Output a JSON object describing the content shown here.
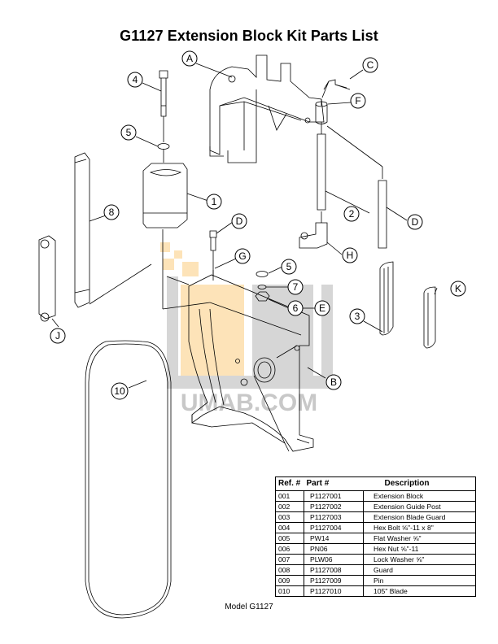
{
  "page": {
    "title": "G1127 Extension Block Kit Parts List",
    "footer": "Model G1127",
    "watermark": "UMAB.COM"
  },
  "callouts": [
    {
      "id": "A",
      "label": "A"
    },
    {
      "id": "C",
      "label": "C"
    },
    {
      "id": "F",
      "label": "F"
    },
    {
      "id": "4",
      "label": "4"
    },
    {
      "id": "5a",
      "label": "5"
    },
    {
      "id": "1",
      "label": "1"
    },
    {
      "id": "8",
      "label": "8"
    },
    {
      "id": "2",
      "label": "2"
    },
    {
      "id": "Da",
      "label": "D"
    },
    {
      "id": "Db",
      "label": "D"
    },
    {
      "id": "H",
      "label": "H"
    },
    {
      "id": "G",
      "label": "G"
    },
    {
      "id": "5b",
      "label": "5"
    },
    {
      "id": "7",
      "label": "7"
    },
    {
      "id": "6",
      "label": "6"
    },
    {
      "id": "E",
      "label": "E"
    },
    {
      "id": "K",
      "label": "K"
    },
    {
      "id": "3",
      "label": "3"
    },
    {
      "id": "J",
      "label": "J"
    },
    {
      "id": "B",
      "label": "B"
    },
    {
      "id": "10",
      "label": "10"
    }
  ],
  "parts_table": {
    "headers": [
      "Ref. #",
      "Part #",
      "Description"
    ],
    "rows": [
      {
        "ref": "001",
        "part": "P1127001",
        "desc": "Extension Block"
      },
      {
        "ref": "002",
        "part": "P1127002",
        "desc": "Extension Guide Post"
      },
      {
        "ref": "003",
        "part": "P1127003",
        "desc": "Extension Blade Guard"
      },
      {
        "ref": "004",
        "part": "P1127004",
        "desc": "Hex Bolt ⅝\"-11 x 8\""
      },
      {
        "ref": "005",
        "part": "PW14",
        "desc": "Flat Washer ⅝\""
      },
      {
        "ref": "006",
        "part": "PN06",
        "desc": "Hex Nut ⅝\"-11"
      },
      {
        "ref": "007",
        "part": "PLW06",
        "desc": "Lock Washer ⅝\""
      },
      {
        "ref": "008",
        "part": "P1127008",
        "desc": "Guard"
      },
      {
        "ref": "009",
        "part": "P1127009",
        "desc": "Pin"
      },
      {
        "ref": "010",
        "part": "P1127010",
        "desc": "105\" Blade"
      }
    ]
  }
}
